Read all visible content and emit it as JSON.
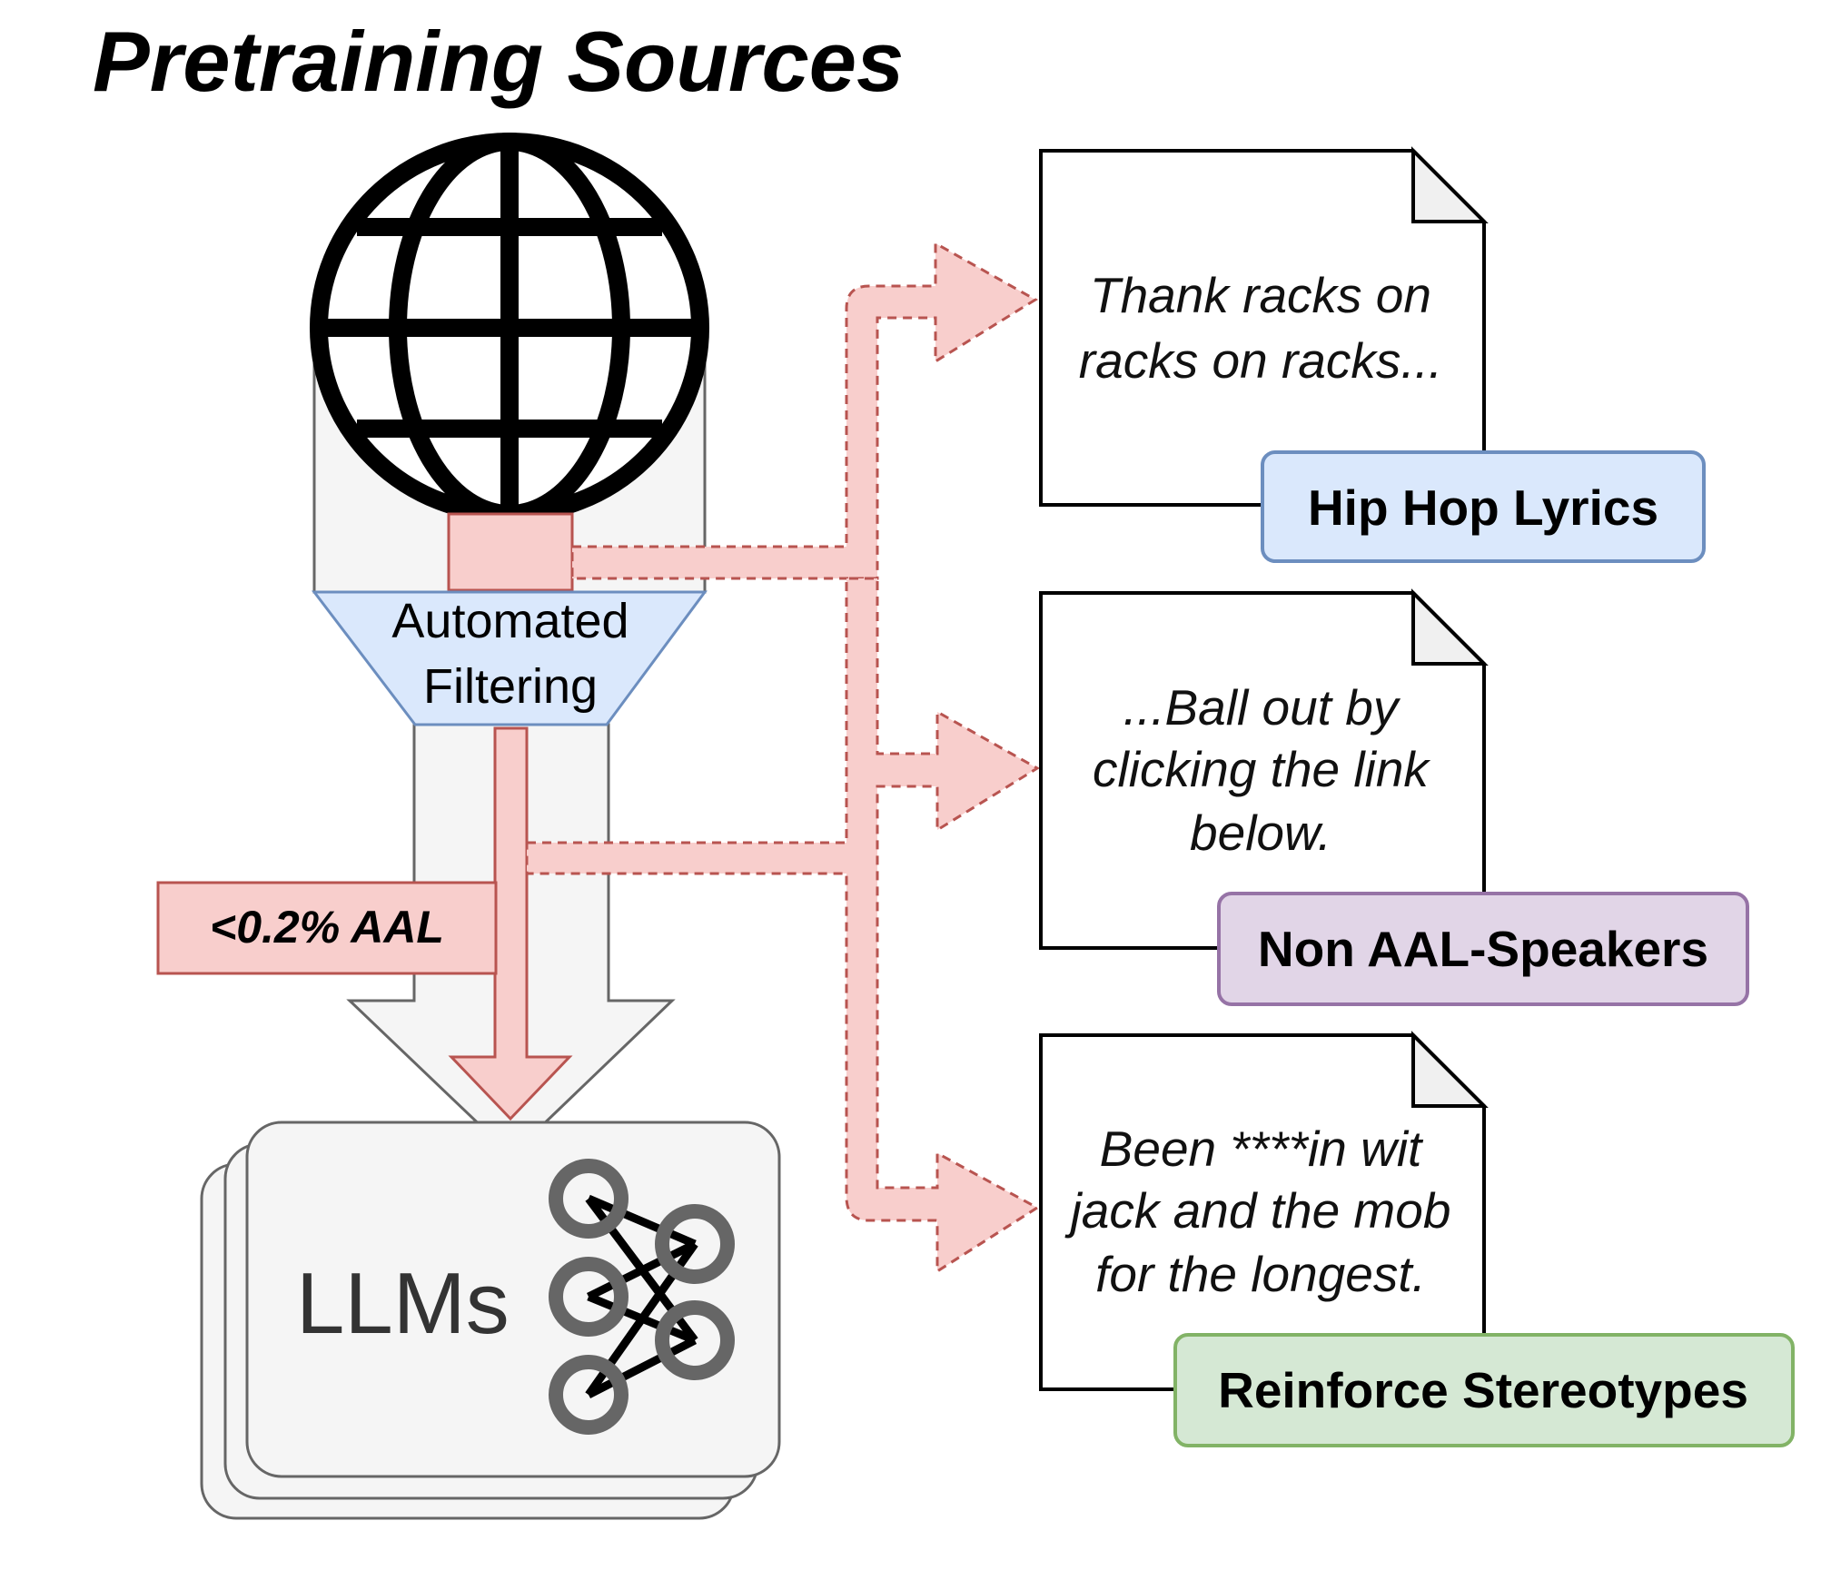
{
  "title": "Pretraining Sources",
  "filter": {
    "line1": "Automated",
    "line2": "Filtering"
  },
  "aal_label": "<0.2% AAL",
  "llm_label": "LLMs",
  "documents": [
    {
      "lines": [
        "Thank racks on",
        "racks on racks..."
      ],
      "tag": "Hip Hop Lyrics"
    },
    {
      "lines": [
        "...Ball out by",
        "clicking the link",
        "below."
      ],
      "tag": "Non AAL-Speakers"
    },
    {
      "lines": [
        "Been ****in wit",
        "jack and the mob",
        "for the longest."
      ],
      "tag": "Reinforce Stereotypes"
    }
  ],
  "icons": [
    "globe-icon",
    "neural-network-icon"
  ],
  "colors": {
    "pink_fill": "#f8cecc",
    "pink_stroke": "#b85450",
    "blue_fill": "#dae8fc",
    "blue_stroke": "#6c8ebf",
    "purple_fill": "#e1d5e7",
    "purple_stroke": "#9673a6",
    "green_fill": "#d5e8d4",
    "green_stroke": "#82b366",
    "gray_fill": "#f5f5f5",
    "gray_stroke": "#666666"
  }
}
